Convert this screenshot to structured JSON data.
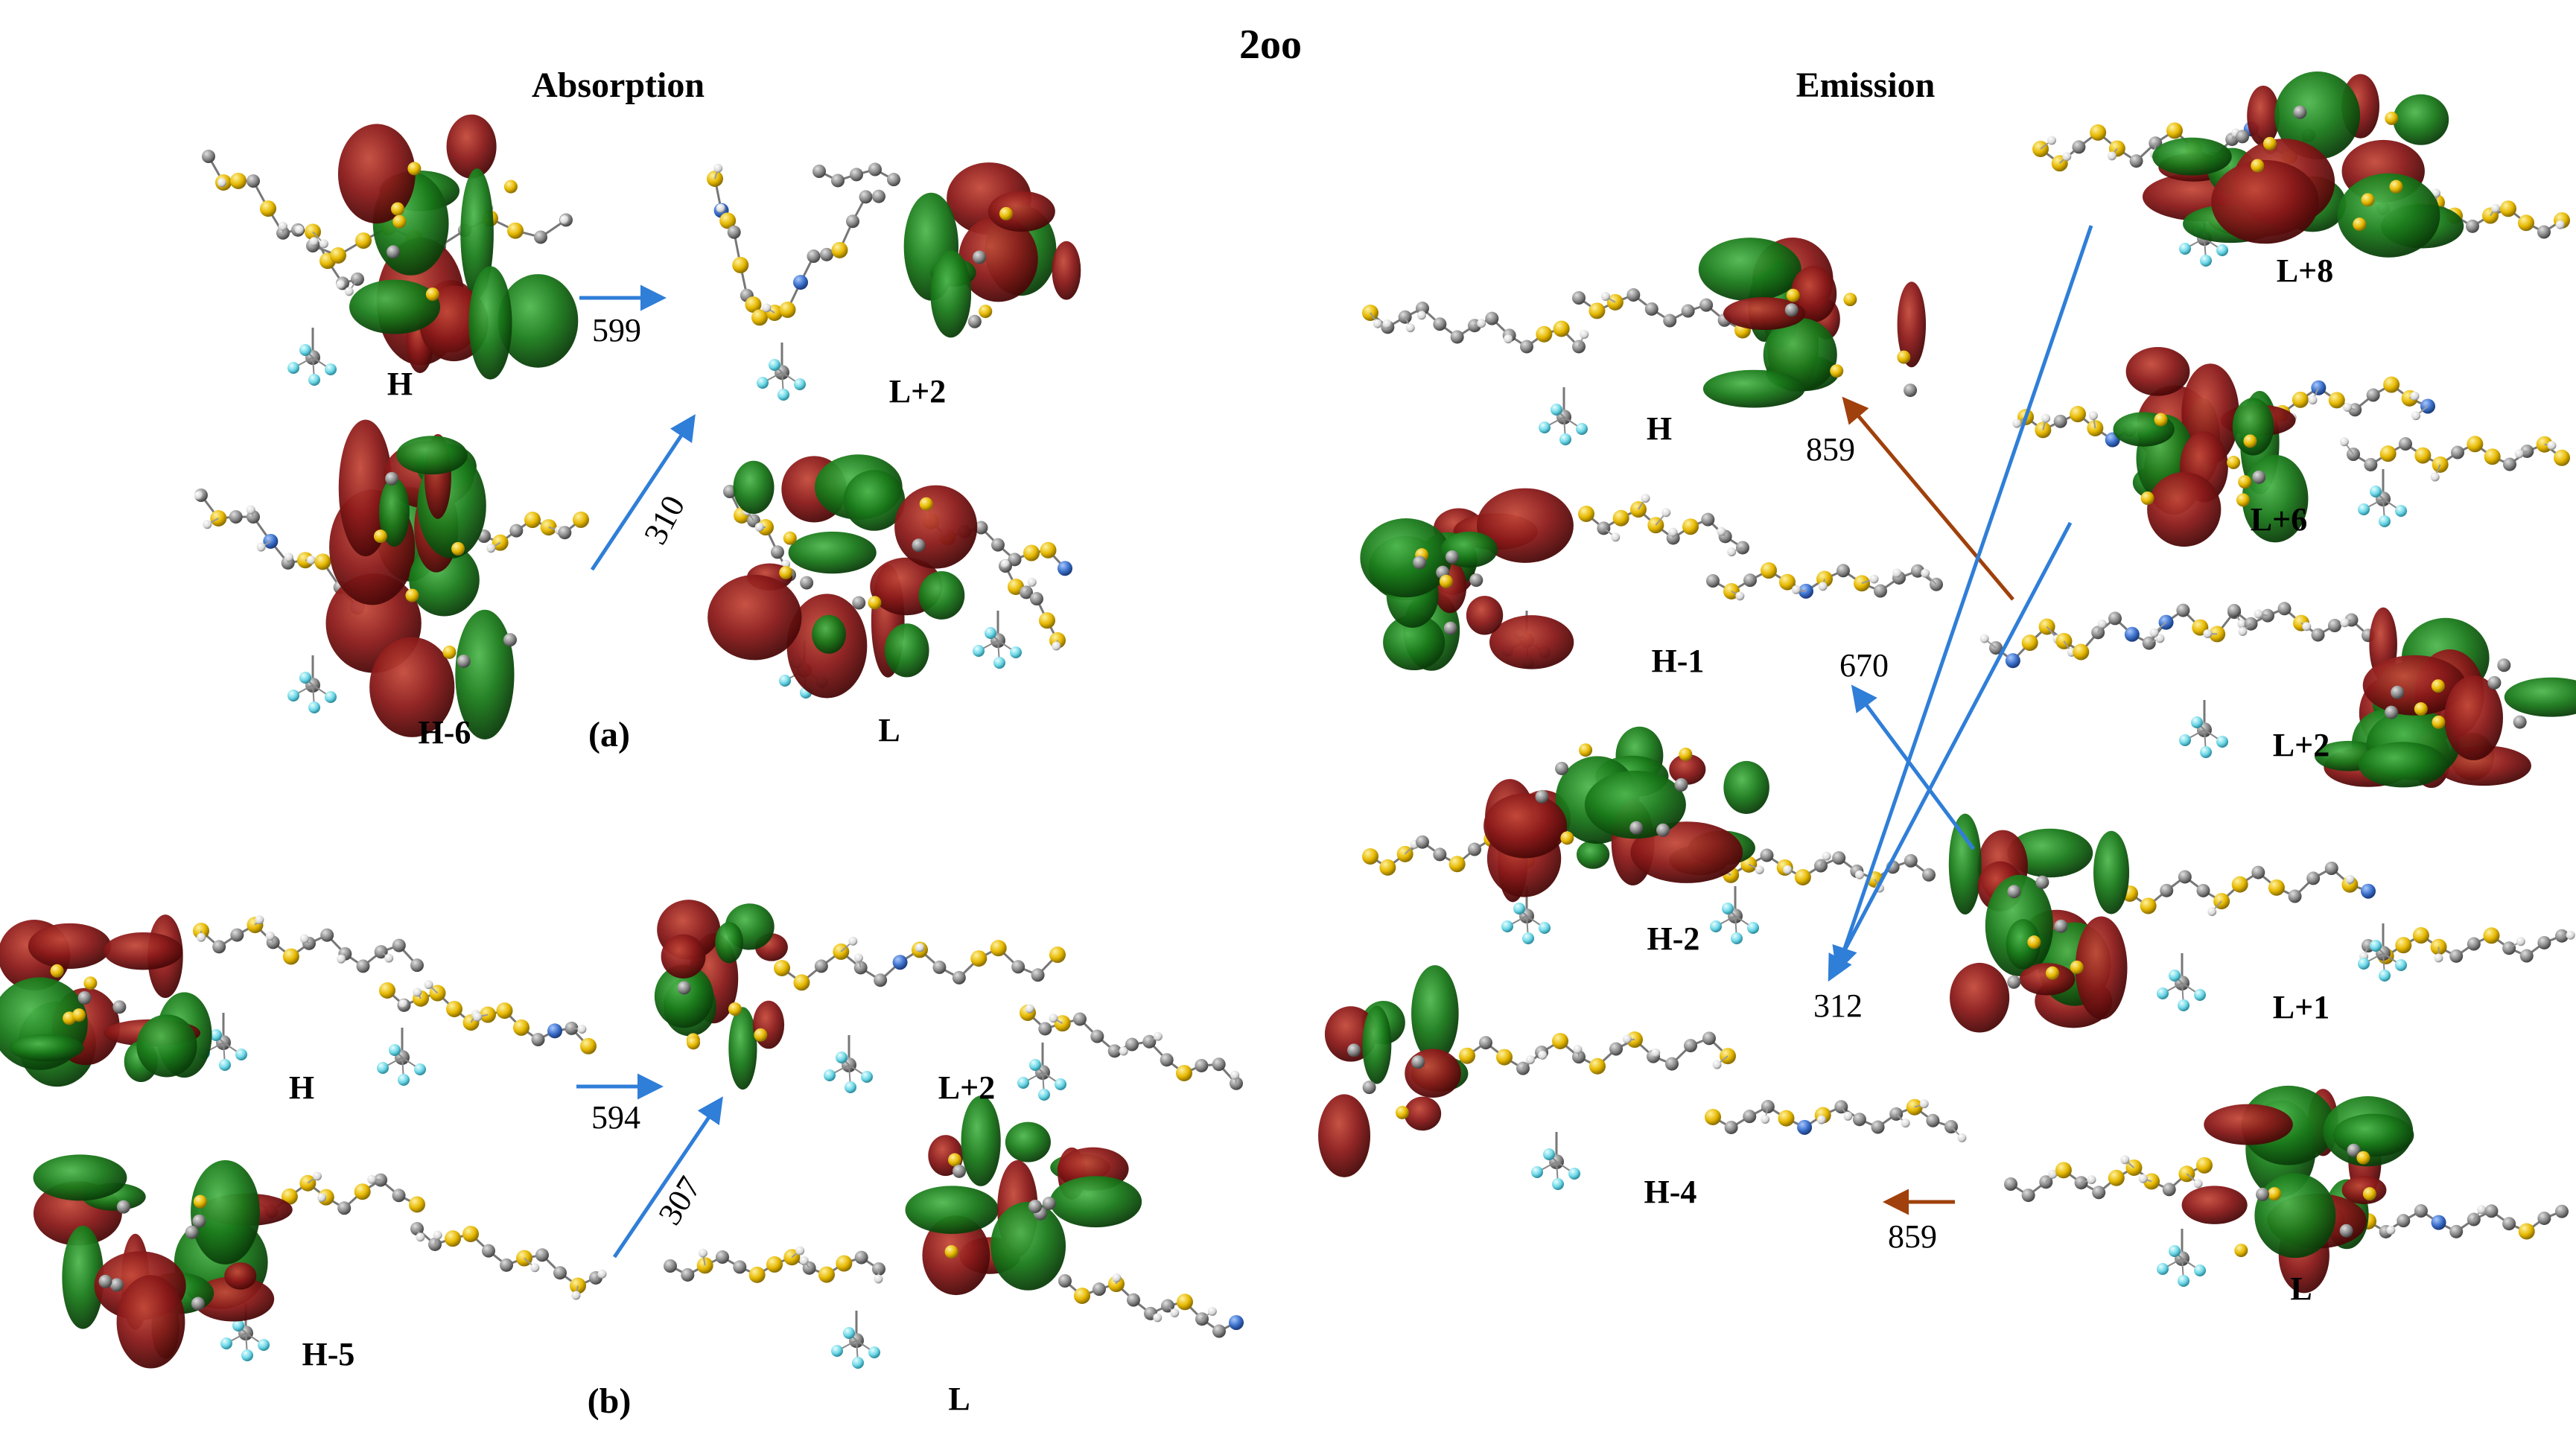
{
  "title": "2oo",
  "sections": {
    "absorption": "Absorption",
    "emission": "Emission"
  },
  "panels": {
    "a": "(a)",
    "b": "(b)"
  },
  "absorption_a": {
    "labels": {
      "h": "H",
      "lp2": "L+2",
      "h6": "H-6",
      "l": "L"
    },
    "transitions": {
      "h_to_lp2": "599",
      "h6_to_lp2": "310"
    }
  },
  "absorption_b": {
    "labels": {
      "h": "H",
      "lp2": "L+2",
      "h5": "H-5",
      "l": "L"
    },
    "transitions": {
      "h_to_lp2": "594",
      "h5_to_lp2": "307"
    }
  },
  "emission": {
    "left_labels": {
      "h": "H",
      "h1": "H-1",
      "h2": "H-2",
      "h4": "H-4"
    },
    "right_labels": {
      "lp8": "L+8",
      "lp6": "L+6",
      "lp2": "L+2",
      "lp1": "L+1",
      "l": "L"
    },
    "transitions": {
      "lp2_to_h": "859",
      "lp1_to_h1": "670",
      "to_h4": "312",
      "l_to_left": "859"
    }
  },
  "colors": {
    "orbital_positive": "#8b1a1a",
    "orbital_negative": "#1a7a1a",
    "sulfur": "#e6b800",
    "carbon": "#8a8a8a",
    "hydrogen": "#e8e8e8",
    "nitrogen": "#3a6fc9",
    "fluorine": "#6fd8e8",
    "arrow_blue": "#2f7ed8",
    "arrow_brown": "#a0400c"
  }
}
